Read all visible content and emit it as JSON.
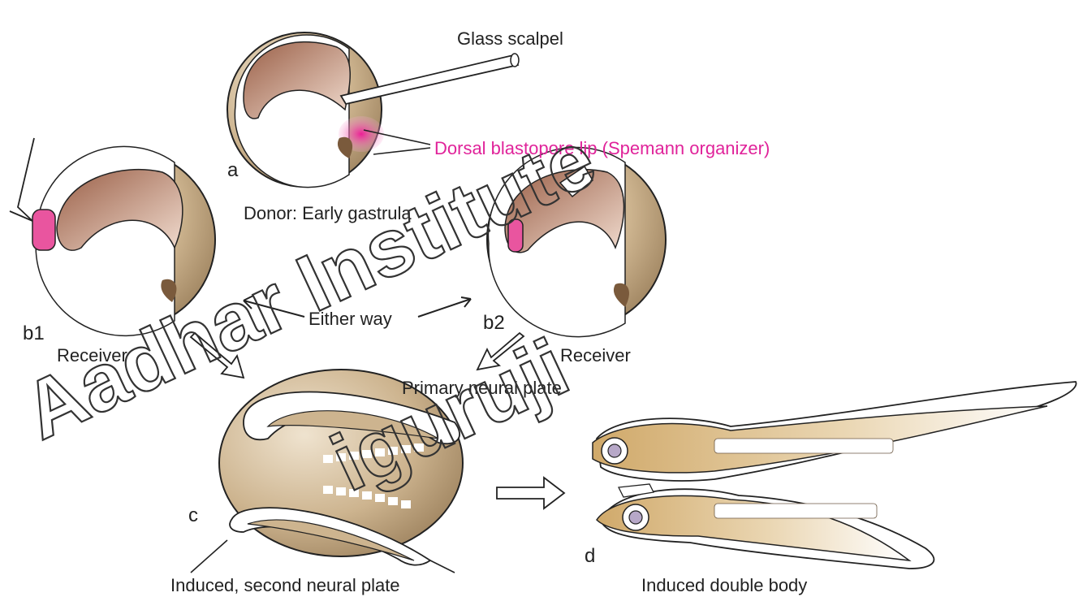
{
  "labels": {
    "glass_scalpel": "Glass scalpel",
    "dorsal_lip": "Dorsal blastopore lip (Spemann organizer)",
    "donor": "Donor: Early gastrula",
    "either_way": "Either way",
    "receiver_left": "Receiver",
    "receiver_right": "Receiver",
    "primary_plate": "Primary neural plate",
    "second_plate": "Induced, second neural plate",
    "double_body": "Induced double body"
  },
  "panel_letters": {
    "a": "a",
    "b1": "b1",
    "b2": "b2",
    "c": "c",
    "d": "d"
  },
  "watermark": {
    "line1": "Aadhar Institute",
    "line2": "iguruji"
  },
  "colors": {
    "embryo_tan": "#c9b08c",
    "tissue_brown": "#b07a5e",
    "organizer_pink": "#e24aa8",
    "label_pink": "#e0239a",
    "tadpole_yellow": "#d6b47a"
  }
}
